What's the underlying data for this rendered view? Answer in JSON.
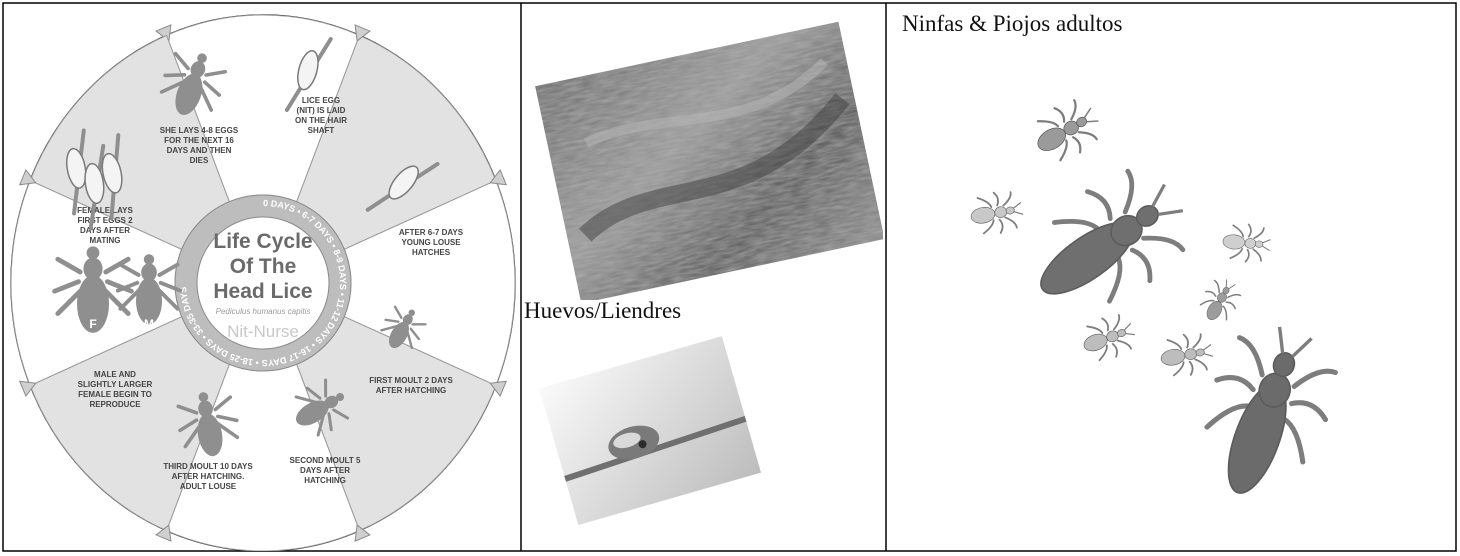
{
  "wheel": {
    "title_line1": "Life Cycle",
    "title_line2": "Of The",
    "title_line3": "Head Lice",
    "latin": "Pediculus humanus capitis",
    "brand": "Nit-Nurse",
    "ring_labels": [
      "0 DAYS",
      "6-7 DAYS",
      "8-9 DAYS",
      "11-12 DAYS",
      "16-17 DAYS",
      "18-25 DAYS",
      "33-35 DAYS"
    ],
    "sectors": [
      {
        "text": "LICE EGG\n(NIT) IS LAID\nON THE HAIR\nSHAFT"
      },
      {
        "text": "AFTER 6-7 DAYS\nYOUNG LOUSE\nHATCHES"
      },
      {
        "text": "FIRST MOULT 2 DAYS\nAFTER HATCHING"
      },
      {
        "text": "SECOND MOULT 5\nDAYS AFTER\nHATCHING"
      },
      {
        "text": "THIRD MOULT 10 DAYS\nAFTER HATCHING.\nADULT LOUSE"
      },
      {
        "text": "MALE AND\nSLIGHTLY LARGER\nFEMALE BEGIN TO\nREPRODUCE"
      },
      {
        "text": "FEMALE LAYS\nFIRST EGGS 2\nDAYS AFTER\nMATING"
      },
      {
        "text": "SHE LAYS 4-8 EGGS\nFOR THE NEXT 16\nDAYS AND THEN\nDIES"
      }
    ],
    "sex_f": "F",
    "sex_m": "M"
  },
  "captions": {
    "eggs": "Huevos/Liendres",
    "adults": "Ninfas & Piojos adultos"
  },
  "colors": {
    "sector_shade": "#e2e2e2",
    "louse": "#8f8f8f",
    "ring": "#bdbdbd",
    "outline": "#8a8a8a"
  }
}
